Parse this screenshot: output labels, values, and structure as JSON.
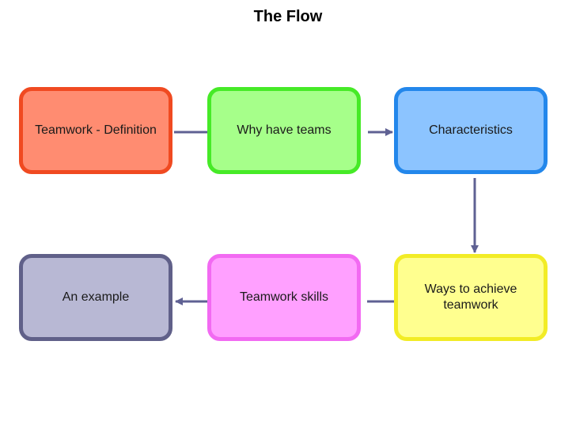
{
  "title": "The Flow",
  "connector_color": "#5f6193",
  "nodes": [
    {
      "id": "b1",
      "label": "Teamwork - Definition",
      "fill": "#ff8c71",
      "border": "#f04a21"
    },
    {
      "id": "b2",
      "label": "Why have teams",
      "fill": "#a6ff8a",
      "border": "#46ea27"
    },
    {
      "id": "b3",
      "label": "Characteristics",
      "fill": "#8cc4ff",
      "border": "#2387eb"
    },
    {
      "id": "b4",
      "label": "Ways to achieve teamwork",
      "fill": "#ffff8f",
      "border": "#f2ec26"
    },
    {
      "id": "b5",
      "label": "Teamwork skills",
      "fill": "#ffa0ff",
      "border": "#f26af2"
    },
    {
      "id": "b6",
      "label": "An example",
      "fill": "#b8b8d4",
      "border": "#606089"
    }
  ],
  "edges": [
    {
      "from": "Teamwork - Definition",
      "to": "Why have teams",
      "arrow": false
    },
    {
      "from": "Why have teams",
      "to": "Characteristics",
      "arrow": true
    },
    {
      "from": "Characteristics",
      "to": "Ways to achieve teamwork",
      "arrow": true
    },
    {
      "from": "Ways to achieve teamwork",
      "to": "Teamwork skills",
      "arrow": false
    },
    {
      "from": "Teamwork skills",
      "to": "An example",
      "arrow": true
    }
  ]
}
